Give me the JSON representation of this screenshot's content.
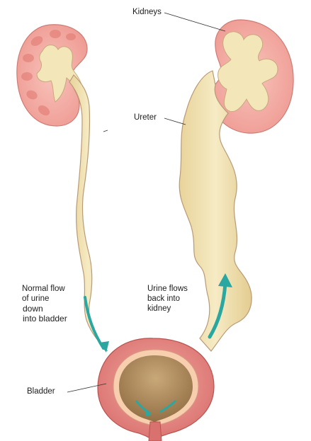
{
  "labels": {
    "kidneys": "Kidneys",
    "ureter": "Ureter",
    "bladder": "Bladder",
    "normal_flow": [
      "Normal flow",
      "of urine",
      "down",
      "into bladder"
    ],
    "back_flow": [
      "Urine flows",
      "back into",
      "kidney"
    ]
  },
  "colors": {
    "kidney_outer": "#f2a7a0",
    "kidney_rim": "#d9807a",
    "pelvis_fill": "#f1e3b0",
    "ureter_fill": "#f0e0a8",
    "ureter_outline": "#b99a76",
    "bladder_wall": "#e88d8a",
    "bladder_wall_dark": "#c9605f",
    "bladder_lining": "#f6c9a9",
    "urine": "#a8855a",
    "flow_arrow": "#2aa7a0",
    "leader_line": "#333333"
  }
}
